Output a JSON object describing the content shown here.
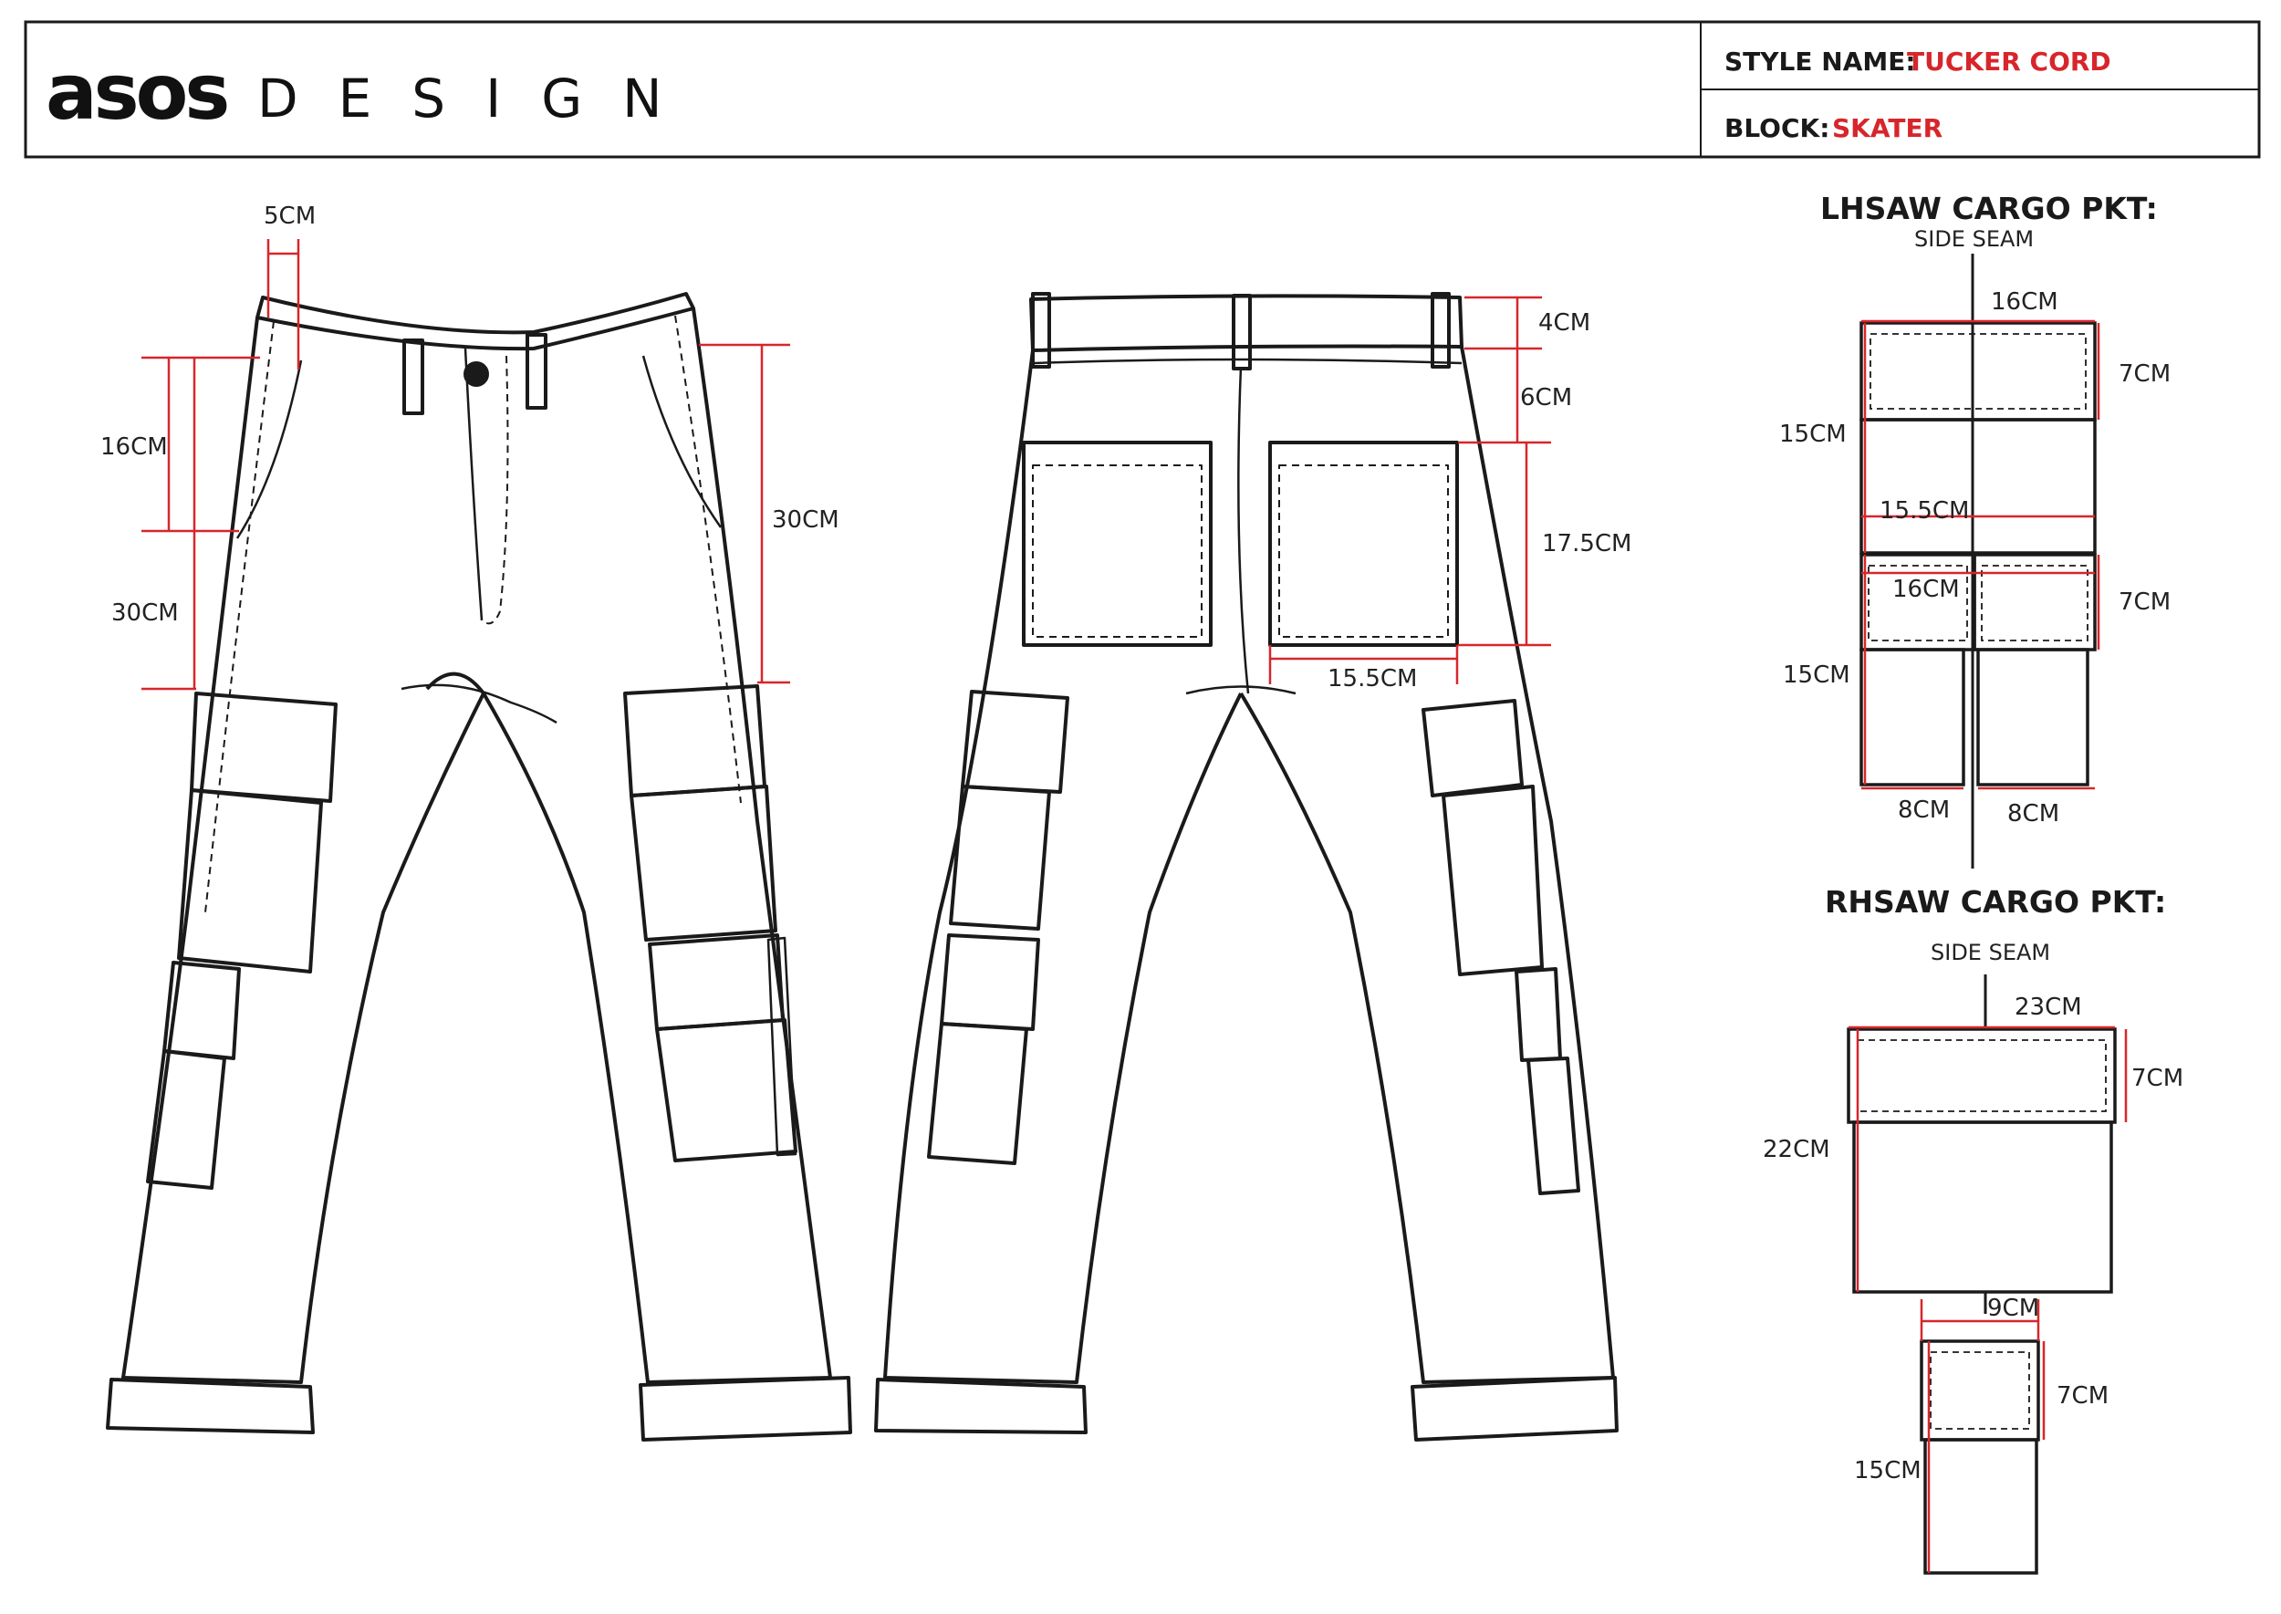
{
  "header": {
    "logo": "asos",
    "brand_line": "DESIGN",
    "style_name_label": "STYLE NAME:",
    "style_name_value": "TUCKER CORD",
    "block_label": "BLOCK:",
    "block_value": "SKATER"
  },
  "colors": {
    "ink": "#1a1a1a",
    "measure": "#d7262b",
    "paper": "#ffffff"
  },
  "front_view": {
    "waistband_width": "5CM",
    "pocket_opening": "16CM",
    "pocket_drop": "30CM",
    "rise": "30CM"
  },
  "back_view": {
    "waistband": "4CM",
    "yoke": "6CM",
    "pocket_height": "17.5CM",
    "pocket_width": "15.5CM"
  },
  "lhsaw": {
    "title": "LHSAW CARGO PKT:",
    "side_seam": "SIDE SEAM",
    "upper_flap_width": "16CM",
    "upper_flap_height": "7CM",
    "upper_pocket_height": "15CM",
    "upper_pocket_width": "15.5CM",
    "lower_flap_width": "16CM",
    "lower_flap_height": "7CM",
    "lower_pocket_height": "15CM",
    "lower_left_width": "8CM",
    "lower_right_width": "8CM"
  },
  "rhsaw": {
    "title": "RHSAW CARGO PKT:",
    "side_seam": "SIDE SEAM",
    "flap_width": "23CM",
    "flap_height": "7CM",
    "pocket_height": "22CM",
    "small_width": "9CM",
    "small_flap_height": "7CM",
    "small_pocket_height": "15CM"
  }
}
